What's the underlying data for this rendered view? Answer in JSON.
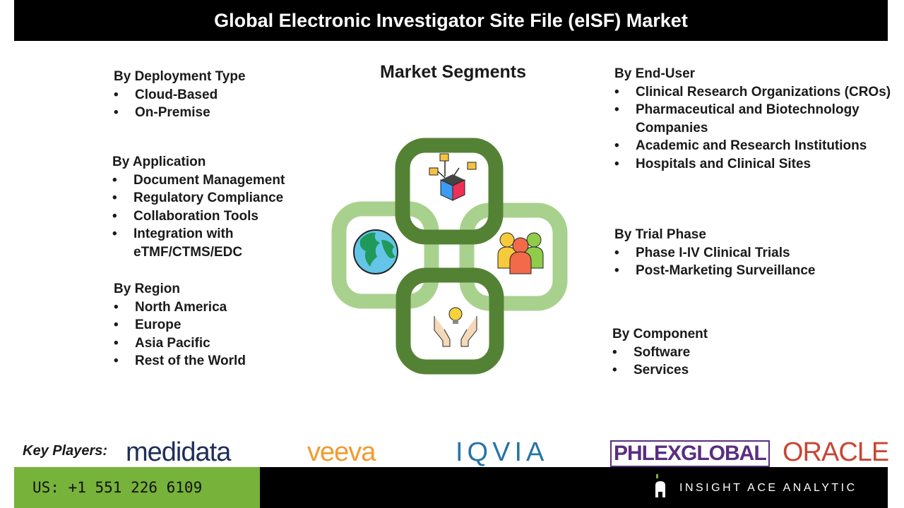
{
  "header": {
    "title": "Global Electronic Investigator Site File (eISF) Market"
  },
  "center": {
    "title": "Market Segments",
    "icons": [
      "network-cube-icon",
      "globe-icon",
      "people-group-icon",
      "idea-hands-icon"
    ],
    "colors": {
      "dark_ring": "#548235",
      "light_ring": "#a9d18e"
    }
  },
  "segments": [
    {
      "title": "By Deployment Type",
      "items": [
        "Cloud-Based",
        "On-Premise"
      ]
    },
    {
      "title": "By Application",
      "items": [
        "Document Management",
        "Regulatory Compliance",
        "Collaboration Tools",
        "Integration with eTMF/CTMS/EDC"
      ]
    },
    {
      "title": "By Region",
      "items": [
        "North America",
        "Europe",
        "Asia Pacific",
        "Rest of the World"
      ]
    },
    {
      "title": "By End-User",
      "items": [
        "Clinical Research Organizations (CROs)",
        "Pharmaceutical and Biotechnology Companies",
        "Academic and Research Institutions",
        "Hospitals and Clinical Sites"
      ]
    },
    {
      "title": "By Trial Phase",
      "items": [
        "Phase I-IV Clinical Trials",
        "Post-Marketing Surveillance"
      ]
    },
    {
      "title": "By Component",
      "items": [
        "Software",
        "Services"
      ]
    }
  ],
  "key_players": {
    "label": "Key Players:",
    "logos": [
      "medidata",
      "veeva",
      "IQVIA",
      "PHLEXGLOBAL",
      "ORACLE"
    ]
  },
  "footer": {
    "phone": "US: +1 551 226 6109",
    "brand": "INSIGHT ACE ANALYTIC",
    "accent": "#77b23a"
  }
}
